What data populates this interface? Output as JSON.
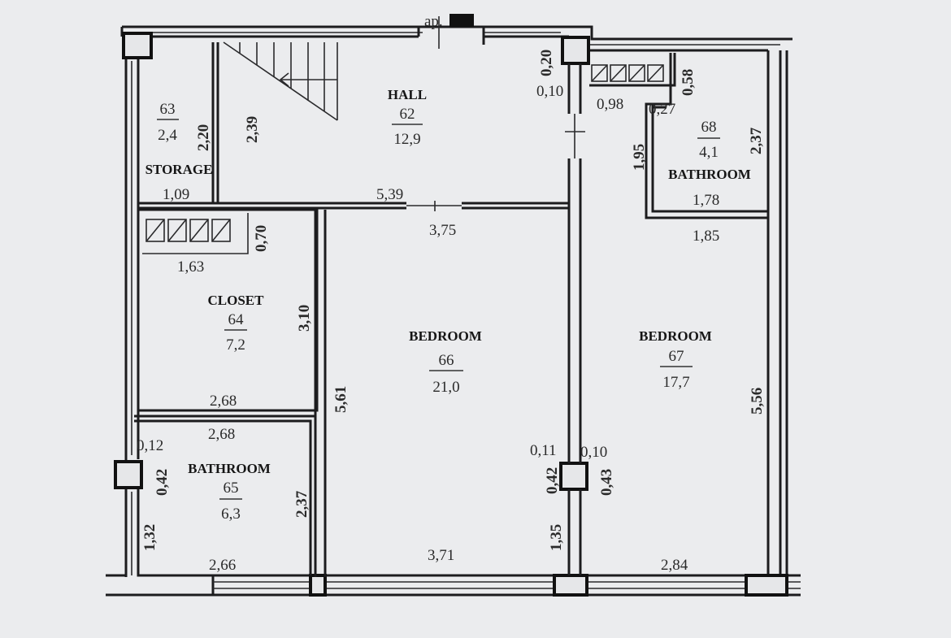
{
  "plan": {
    "top_marker": "ар.",
    "rooms": {
      "hall": {
        "name": "HALL",
        "number": "62",
        "area": "12,9"
      },
      "storage": {
        "name": "STORAGE",
        "number": "63",
        "area": "2,4"
      },
      "closet": {
        "name": "CLOSET",
        "number": "64",
        "area": "7,2"
      },
      "bathroom_65": {
        "name": "BATHROOM",
        "number": "65",
        "area": "6,3"
      },
      "bedroom_66": {
        "name": "BEDROOM",
        "number": "66",
        "area": "21,0"
      },
      "bedroom_67": {
        "name": "BEDROOM",
        "number": "67",
        "area": "17,7"
      },
      "bathroom_68": {
        "name": "BATHROOM",
        "number": "68",
        "area": "4,1"
      }
    },
    "dimensions": {
      "d_0_20": "0,20",
      "d_0_10_top": "0,10",
      "d_0_98": "0,98",
      "d_0_27": "0,27",
      "d_0_58": "0,58",
      "d_2_20": "2,20",
      "d_2_39": "2,39",
      "d_1_09": "1,09",
      "d_5_39": "5,39",
      "d_3_75": "3,75",
      "d_1_95": "1,95",
      "d_2_37_bath68": "2,37",
      "d_1_78": "1,78",
      "d_1_85": "1,85",
      "d_0_70": "0,70",
      "d_1_63": "1,63",
      "d_3_10": "3,10",
      "d_2_68_a": "2,68",
      "d_2_68_b": "2,68",
      "d_5_61": "5,61",
      "d_5_56": "5,56",
      "d_0_12": "0,12",
      "d_0_42_left": "0,42",
      "d_1_32": "1,32",
      "d_2_37_bath65": "2,37",
      "d_2_66": "2,66",
      "d_3_71": "3,71",
      "d_0_11": "0,11",
      "d_0_10_mid": "0,10",
      "d_0_42_mid": "0,42",
      "d_0_43": "0,43",
      "d_1_35": "1,35",
      "d_2_84": "2,84"
    }
  }
}
